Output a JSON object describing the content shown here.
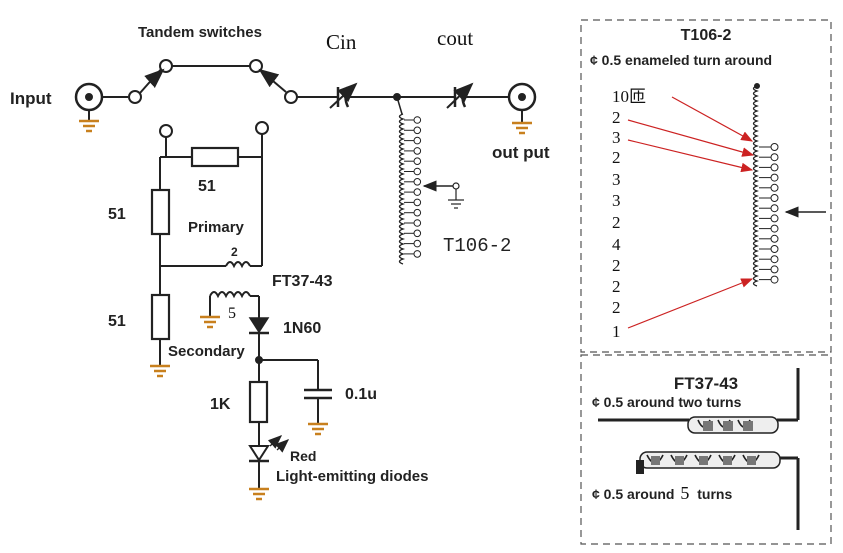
{
  "colors": {
    "wire": "#222222",
    "ground": "#c8801e",
    "arrow": "#cc2222",
    "dashed": "#555555"
  },
  "labels": {
    "tandem_switches": "Tandem switches",
    "input": "Input",
    "cin": "Cin",
    "cout": "cout",
    "output": "out put",
    "r1": "51",
    "r2": "51",
    "r3": "51",
    "primary": "Primary",
    "primary_turns": "2",
    "transformer": "FT37-43",
    "secondary_turns": "5",
    "diode": "1N60",
    "secondary": "Secondary",
    "capacitor": "0.1u",
    "resistor_1k": "1K",
    "led_color": "Red",
    "led": "Light-emitting diodes",
    "toroid_main": "T106-2"
  },
  "inset_t106": {
    "title": "T106-2",
    "wire_note": "¢ 0.5 enameled turn around",
    "turns": [
      "10匝",
      "2",
      "3",
      "2",
      "3",
      "3",
      "2",
      "4",
      "2",
      "2",
      "2",
      "1"
    ]
  },
  "inset_ft37": {
    "title": "FT37-43",
    "primary_note": "¢ 0.5 around two turns",
    "secondary_note_prefix": "¢ 0.5 around",
    "secondary_turns": "5",
    "secondary_note_suffix": "turns"
  }
}
